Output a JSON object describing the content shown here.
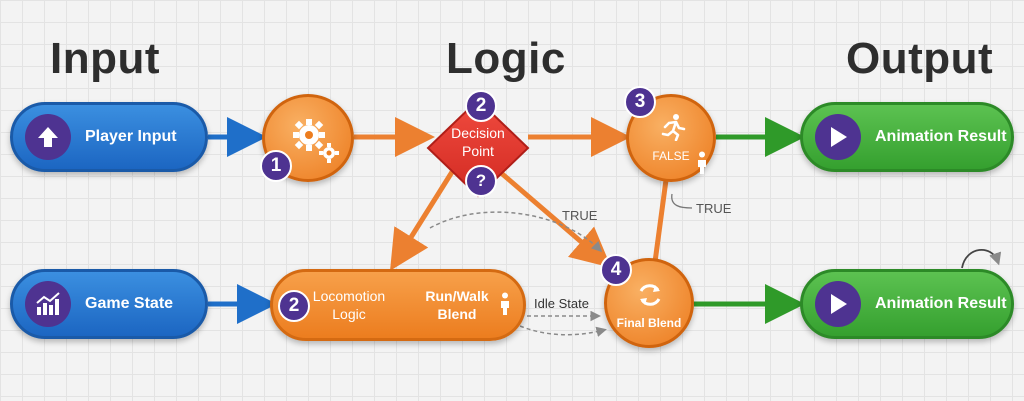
{
  "headings": {
    "input": "Input",
    "logic": "Logic",
    "output": "Output"
  },
  "input_nodes": {
    "player_input": "Player Input",
    "game_state": "Game State"
  },
  "output_nodes": {
    "top": "Animation Result",
    "bottom": "Animation Result"
  },
  "decision": {
    "label_line1": "Decision",
    "label_line2": "Point",
    "badge": "2",
    "query": "?"
  },
  "nodes": {
    "gear_badge": "1",
    "false_node": {
      "label": "FALSE",
      "badge": "3"
    },
    "locomotion": {
      "line1": "Locomotion",
      "line2": "Logic",
      "badge": "2"
    },
    "run_walk": {
      "line1": "Run/Walk",
      "line2": "Blend"
    },
    "final_blend": {
      "label": "Final Blend",
      "badge": "4"
    }
  },
  "edge_labels": {
    "true_1": "TRUE",
    "true_2": "TRUE",
    "idle_state": "Idle State"
  },
  "colors": {
    "input": "#2a7bd4",
    "logic": "#f08a2c",
    "output": "#3fae36",
    "decision": "#e2372f",
    "badge": "#4e3391"
  }
}
